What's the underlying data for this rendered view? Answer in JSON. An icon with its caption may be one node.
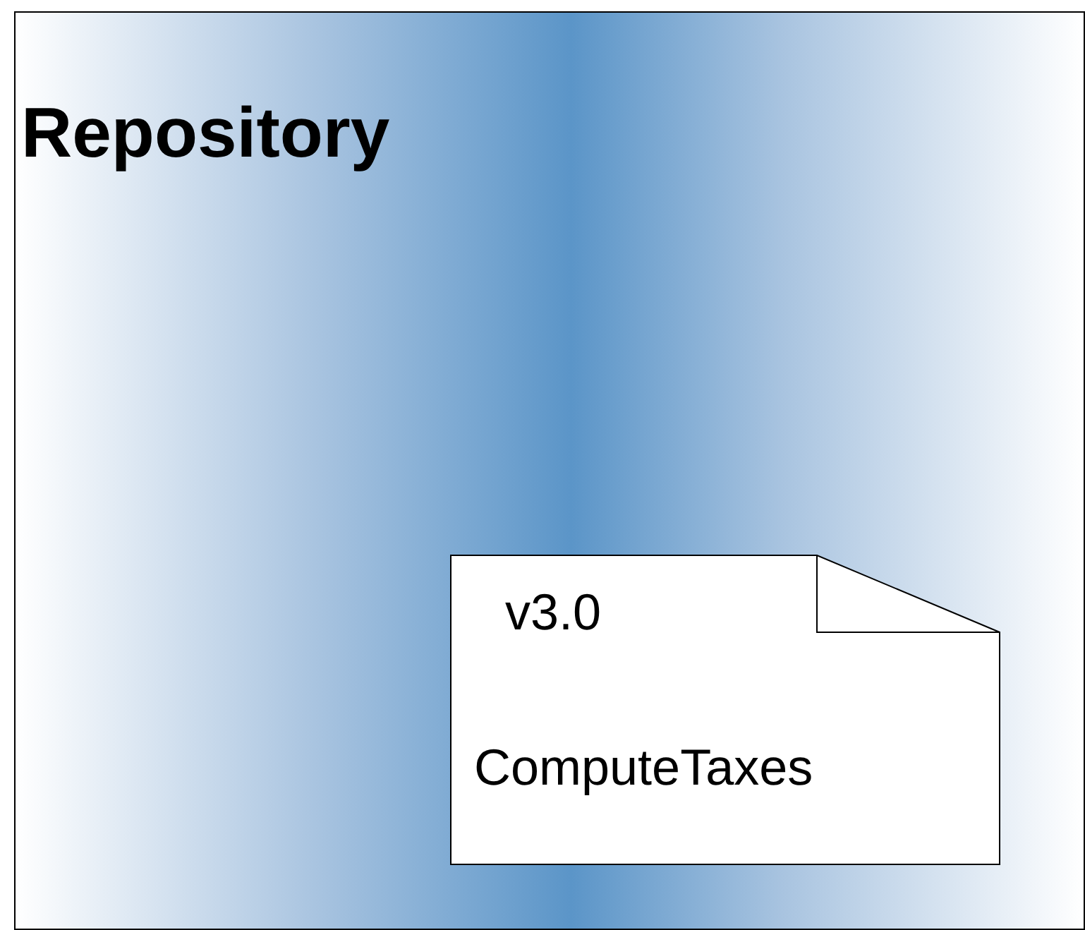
{
  "diagram": {
    "nodes": [
      {
        "text": [
          "Repository"
        ]
      },
      {
        "text": [
          "v3.0",
          "ComputeTaxes"
        ],
        "in": 0
      }
    ]
  }
}
